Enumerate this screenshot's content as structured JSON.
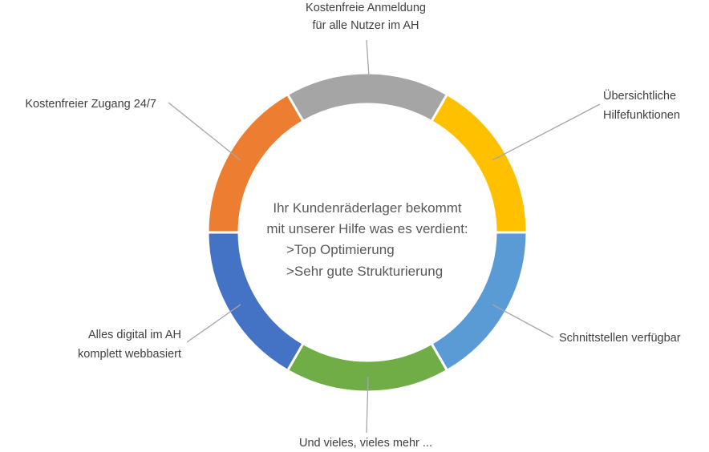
{
  "chart_data": {
    "type": "pie",
    "subtype": "donut",
    "title": "",
    "center_text": [
      "Ihr Kundenräderlager bekommt",
      "mit unserer Hilfe was es verdient:",
      ">Top Optimierung",
      ">Sehr gute Strukturierung"
    ],
    "slices": [
      {
        "label": [
          "Kostenfreie Anmeldung",
          "für alle Nutzer im AH"
        ],
        "value": 1,
        "color": "#A5A5A5"
      },
      {
        "label": [
          "Übersichtliche",
          "Hilfefunktionen"
        ],
        "value": 1,
        "color": "#FFC000"
      },
      {
        "label": [
          "Schnittstellen verfügbar"
        ],
        "value": 1,
        "color": "#5B9BD5"
      },
      {
        "label": [
          "Und vieles, vieles mehr ..."
        ],
        "value": 1,
        "color": "#70AD47"
      },
      {
        "label": [
          "Alles digital im AH",
          "komplett webbasiert"
        ],
        "value": 1,
        "color": "#4472C4"
      },
      {
        "label": [
          "Kostenfreier Zugang 24/7"
        ],
        "value": 1,
        "color": "#ED7D31"
      }
    ]
  }
}
